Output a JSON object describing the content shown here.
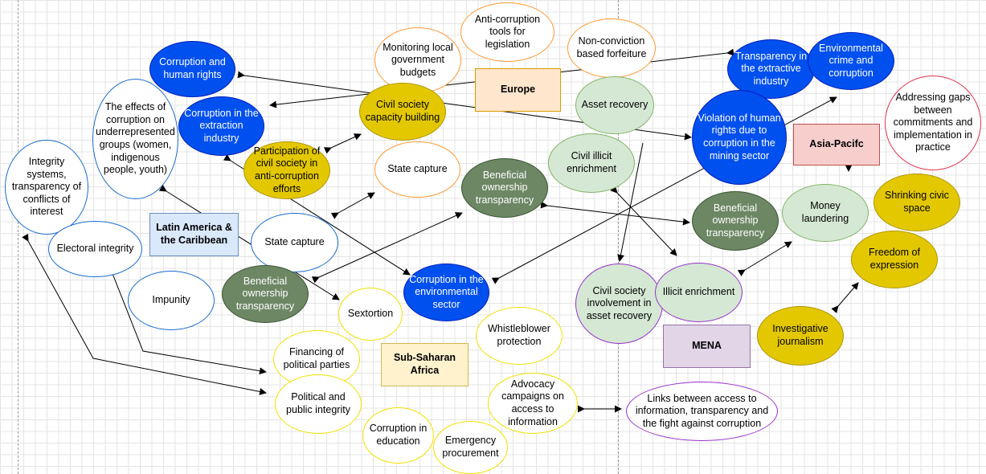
{
  "regions": {
    "europe": "Europe",
    "asia_pacific": "Asia-Pacifc",
    "latin_america": "Latin America & the Caribbean",
    "sub_saharan": "Sub-Saharan Africa",
    "mena": "MENA"
  },
  "nodes": {
    "monitoring_budgets": "Monitoring local government budgets",
    "anti_corruption_tools": "Anti-corruption tools for legislation",
    "non_conviction": "Non-conviction based forfeiture",
    "corruption_human_rights": "Corruption and human rights",
    "corruption_extraction": "Corruption in the extraction industry",
    "effects_underrepresented": "The effects of corruption on underrepresented groups (women, indigenous people, youth)",
    "integrity_systems": "Integrity systems, transparency of conflicts of interest",
    "civil_society_capacity": "Civil society capacity building",
    "participation_civil_society": "Participation of civil society in anti-corruption efforts",
    "state_capture_eu": "State capture",
    "asset_recovery": "Asset recovery",
    "civil_illicit": "Civil illicit enrichment",
    "beneficial_ownership_eu": "Beneficial ownership transparency",
    "transparency_extractive": "Transparency in the extractive industry",
    "environmental_crime": "Environmental crime and corruption",
    "addressing_gaps": "Addressing gaps between commitments and implementation in practice",
    "violation_human_rights": "Violation of human rights due to corruption in the mining sector",
    "beneficial_ownership_ap": "Beneficial ownership transparency",
    "money_laundering": "Money laundering",
    "shrinking_civic": "Shrinking civic space",
    "freedom_expression": "Freedom of expression",
    "electoral_integrity": "Electoral integrity",
    "state_capture_la": "State capture",
    "impunity": "Impunity",
    "beneficial_ownership_la": "Beneficial ownership transparency",
    "corruption_environmental": "Corruption in the environmental sector",
    "sextortion": "Sextortion",
    "whistleblower": "Whistleblower protection",
    "financing_parties": "Financing of political parties",
    "political_integrity": "Political and public integrity",
    "advocacy_campaigns": "Advocacy campaigns on access to information",
    "corruption_education": "Corruption in education",
    "emergency_procurement": "Emergency procurement",
    "links_access_info": "Links between access to information, transparency and the fight against corruption",
    "civil_society_asset": "Civil society involvement in asset recovery",
    "illicit_enrichment_mena": "Illicit enrichment",
    "investigative_journalism": "Investigative journalism"
  }
}
